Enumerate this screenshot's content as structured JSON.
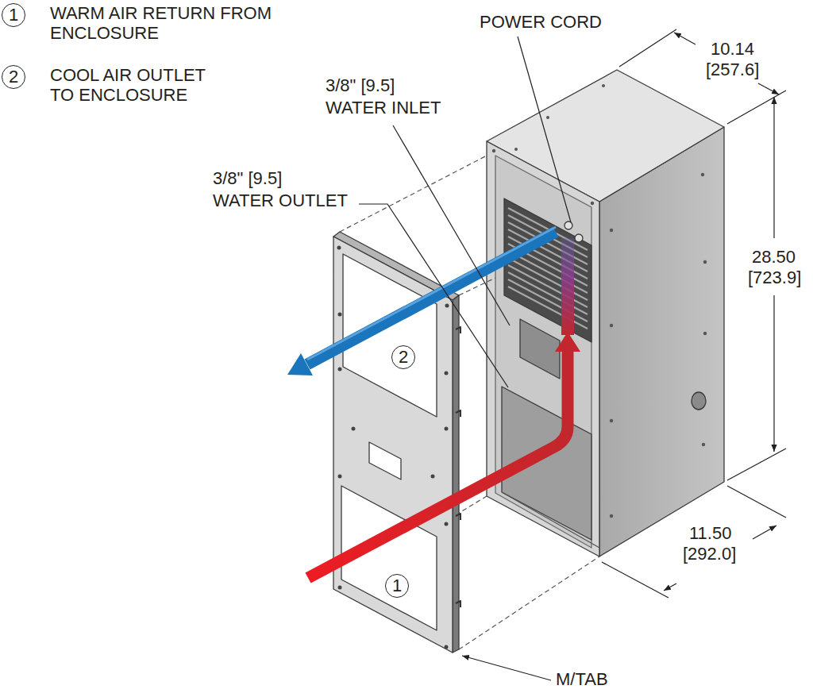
{
  "diagram": {
    "nodes": [
      {
        "text": [
          "1",
          "WARM AIR RETURN FROM ENCLOSURE"
        ]
      },
      {
        "text": [
          "2",
          "COOL AIR OUTLET TO ENCLOSURE"
        ]
      },
      {
        "text": [
          "2"
        ]
      },
      {
        "text": [
          "1"
        ]
      }
    ],
    "labels": [
      "POWER CORD",
      "3/8\" [9.5]",
      "WATER INLET",
      "10.14",
      "[257.6]",
      "3/8\" [9.5]",
      "WATER OUTLET",
      "28.50",
      "[723.9]",
      "11.50",
      "[292.0]",
      "M/TAB"
    ]
  }
}
